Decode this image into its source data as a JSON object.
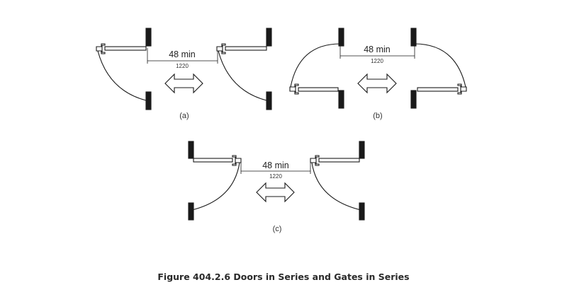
{
  "figure": {
    "caption": "Figure 404.2.6 Doors in Series and Gates in Series",
    "panels": [
      {
        "id": "a",
        "label": "(a)",
        "dimension": "48 min",
        "dimension_mm": "1220"
      },
      {
        "id": "b",
        "label": "(b)",
        "dimension": "48 min",
        "dimension_mm": "1220"
      },
      {
        "id": "c",
        "label": "(c)",
        "dimension": "48 min",
        "dimension_mm": "1220"
      }
    ]
  }
}
